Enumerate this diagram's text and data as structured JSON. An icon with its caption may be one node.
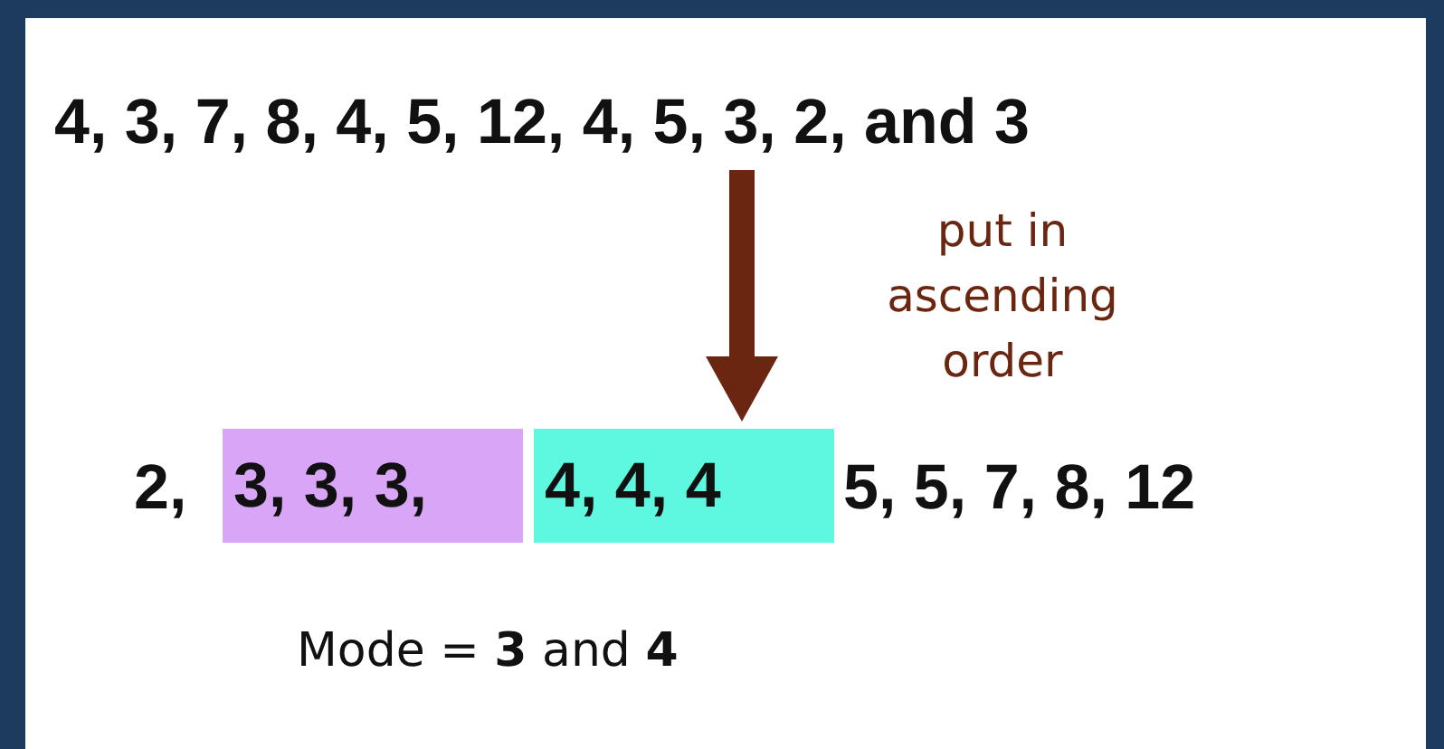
{
  "diagram": {
    "nodes": [
      {
        "text": [
          "4, 3, 7, 8, 4, 5, 12, 4, 5, 3, 2, and 3"
        ]
      },
      {
        "text": [
          "3, 3, 3,"
        ]
      },
      {
        "text": [
          "4, 4, 4"
        ]
      }
    ],
    "edges": [
      {
        "from": 0,
        "to": 2,
        "arrow": "to",
        "label": "put in ascending order",
        "color": "#6b2612"
      }
    ],
    "labels": [
      "2,",
      "5, 5, 7, 8, 12",
      "Mode = **3** and **4**"
    ]
  }
}
